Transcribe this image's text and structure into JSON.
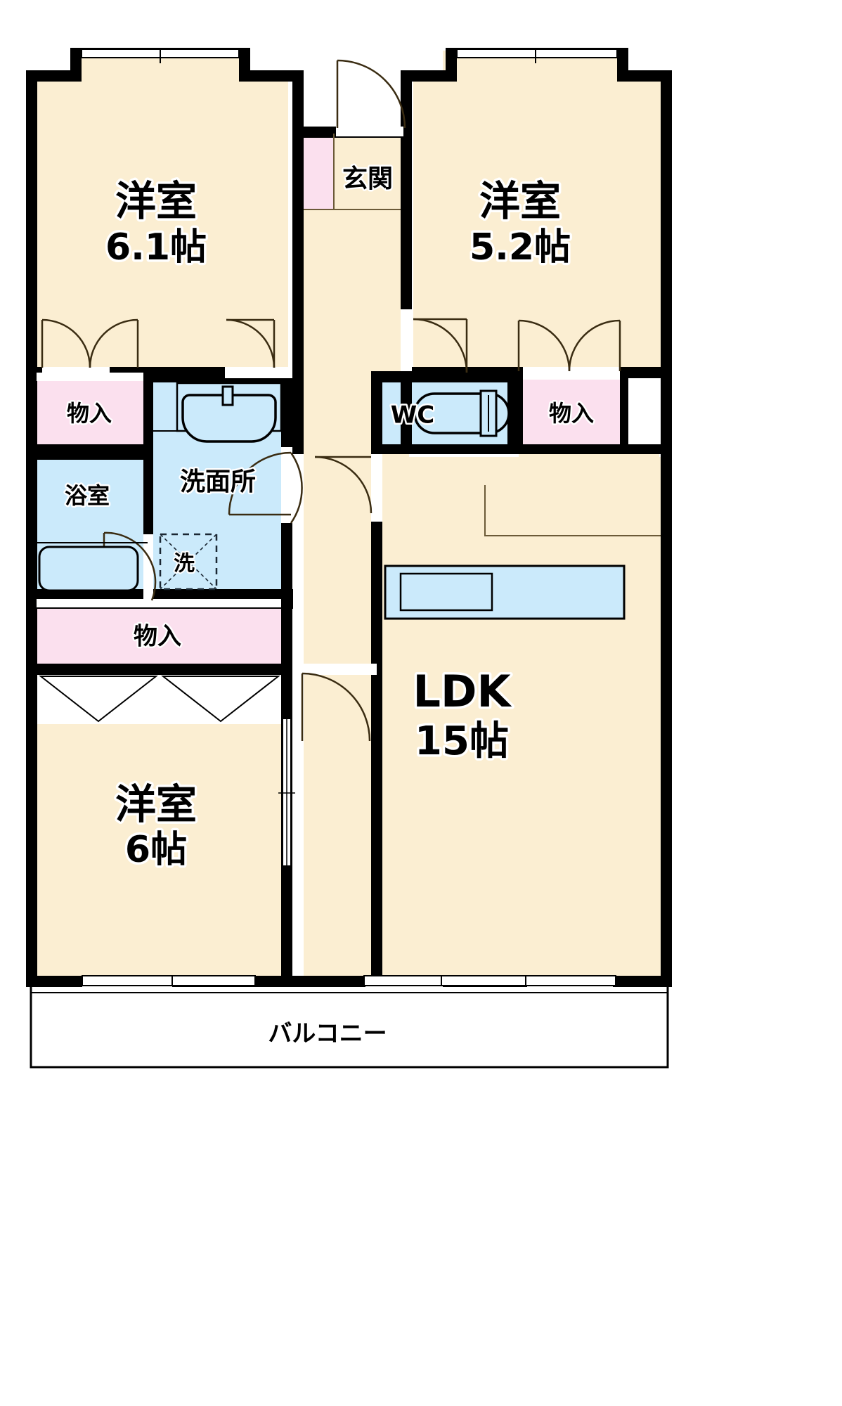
{
  "plan": {
    "type": "japanese-apartment-floorplan",
    "layout_code": "3LDK",
    "colors": {
      "wall": "#000000",
      "room_floor": "#fbeed2",
      "wet_area": "#cbeafb",
      "closet": "#fbe0ee",
      "door_swing_line": "#3a2c12",
      "fixture_line": "#000000",
      "balcony_line": "#000000",
      "background": "#ffffff"
    },
    "rooms": [
      {
        "id": "washitsu_upper_left",
        "name": "洋室",
        "size": "6.1帖",
        "kind": "western-room",
        "fill": "room_floor"
      },
      {
        "id": "washitsu_upper_right",
        "name": "洋室",
        "size": "5.2帖",
        "kind": "western-room",
        "fill": "room_floor"
      },
      {
        "id": "washitsu_lower_left",
        "name": "洋室",
        "size": "6帖",
        "kind": "western-room",
        "fill": "room_floor"
      },
      {
        "id": "ldk",
        "name": "LDK",
        "size": "15帖",
        "kind": "living-dining-kitchen",
        "fill": "room_floor"
      },
      {
        "id": "genkan",
        "name": "玄関",
        "size": "",
        "kind": "entrance",
        "fill": "room_floor"
      },
      {
        "id": "senmenjo",
        "name": "洗面所",
        "size": "",
        "kind": "washroom",
        "fill": "wet_area"
      },
      {
        "id": "yokushitsu",
        "name": "浴室",
        "size": "",
        "kind": "bathroom",
        "fill": "wet_area"
      },
      {
        "id": "wc",
        "name": "WC",
        "size": "",
        "kind": "toilet",
        "fill": "wet_area"
      }
    ],
    "closets": [
      {
        "id": "closet_upper_left",
        "name": "物入"
      },
      {
        "id": "closet_upper_right",
        "name": "物入"
      },
      {
        "id": "closet_middle_left",
        "name": "物入"
      },
      {
        "id": "closet_genkan_shoe",
        "name": ""
      }
    ],
    "fixtures": [
      {
        "id": "washing-machine-pad",
        "name": "洗",
        "kind": "washer-placement"
      },
      {
        "id": "bathtub",
        "name": "",
        "kind": "bathtub"
      },
      {
        "id": "vanity-sink",
        "name": "",
        "kind": "sink"
      },
      {
        "id": "toilet-bowl",
        "name": "",
        "kind": "toilet"
      },
      {
        "id": "kitchen-counter",
        "name": "",
        "kind": "kitchen-sink-counter"
      }
    ],
    "outdoor": {
      "balcony_label": "バルコニー"
    }
  }
}
